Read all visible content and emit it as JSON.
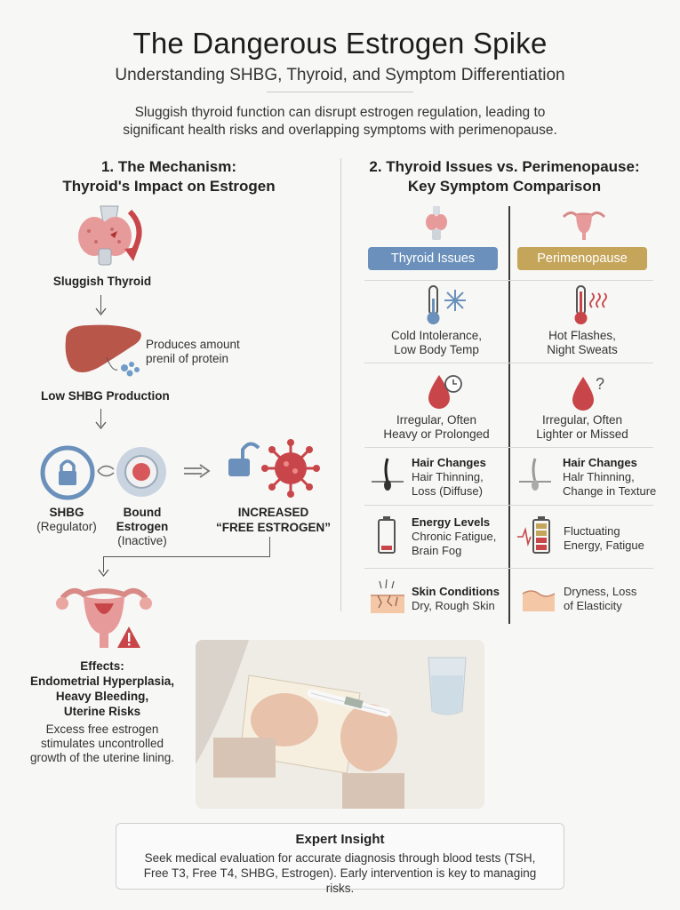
{
  "header": {
    "title": "The Dangerous Estrogen Spike",
    "subtitle": "Understanding SHBG, Thyroid, and Symptom Differentiation",
    "intro": "Sluggish thyroid function can disrupt estrogen regulation, leading to significant health risks and overlapping symptoms with perimenopause."
  },
  "mechanism": {
    "heading_line1": "1. The Mechanism:",
    "heading_line2": "Thyroid's Impact on Estrogen",
    "sluggish_thyroid": "Sluggish Thyroid",
    "liver_note_line1": "Produces amount",
    "liver_note_line2": "prenil of protein",
    "low_shbg": "Low SHBG Production",
    "shbg_label": "SHBG",
    "shbg_sub": "(Regulator)",
    "bound_label_1": "Bound",
    "bound_label_2": "Estrogen",
    "bound_sub": "(Inactive)",
    "increased_line1": "INCREASED",
    "increased_line2": "“FREE ESTROGEN”",
    "effects_title": "Effects:",
    "effects_line1": "Endometrial Hyperplasia,",
    "effects_line2": "Heavy Bleeding,",
    "effects_line3": "Uterine Risks",
    "effects_desc_line1": "Excess free estrogen",
    "effects_desc_line2": "stimulates uncontrolled",
    "effects_desc_line3": "growth of the uterine lining."
  },
  "comparison": {
    "heading_line1": "2. Thyroid Issues vs. Perimenopause:",
    "heading_line2": "Key Symptom Comparison",
    "thyroid_pill": "Thyroid Issues",
    "peri_pill": "Perimenopause",
    "row1": {
      "left_1": "Cold Intolerance,",
      "left_2": "Low Body Temp",
      "right_1": "Hot Flashes,",
      "right_2": "Night Sweats"
    },
    "row2": {
      "left_1": "Irregular, Often",
      "left_2": "Heavy or Prolonged",
      "right_1": "Irregular, Often",
      "right_2": "Lighter or Missed"
    },
    "row3": {
      "left_title": "Hair Changes",
      "left_1": "Hair Thinning,",
      "left_2": "Loss (Diffuse)",
      "right_title": "Hair Changes",
      "right_1": "Halr Thinning,",
      "right_2": "Change in Texture"
    },
    "row4": {
      "left_title": "Energy Levels",
      "left_1": "Chronic Fatigue,",
      "left_2": "Brain Fog",
      "right_1": "Fluctuating",
      "right_2": "Energy, Fatigue"
    },
    "row5": {
      "left_title": "Skin Conditions",
      "left_1": "Dry, Rough Skin",
      "right_1": "Dryness, Loss",
      "right_2": "of Elasticity"
    }
  },
  "insight": {
    "title": "Expert Insight",
    "line1": "Seek medical evaluation for accurate diagnosis through blood tests (TSH,",
    "line2": "Free T3, Free T4, SHBG, Estrogen). Early intervention is key to managing risks."
  },
  "colors": {
    "thyroid_blue": "#6a90bb",
    "peri_gold": "#c5a55a",
    "alert_red": "#c8464a",
    "organ_pink": "#e79a9a",
    "liver_brown": "#b9564a"
  }
}
